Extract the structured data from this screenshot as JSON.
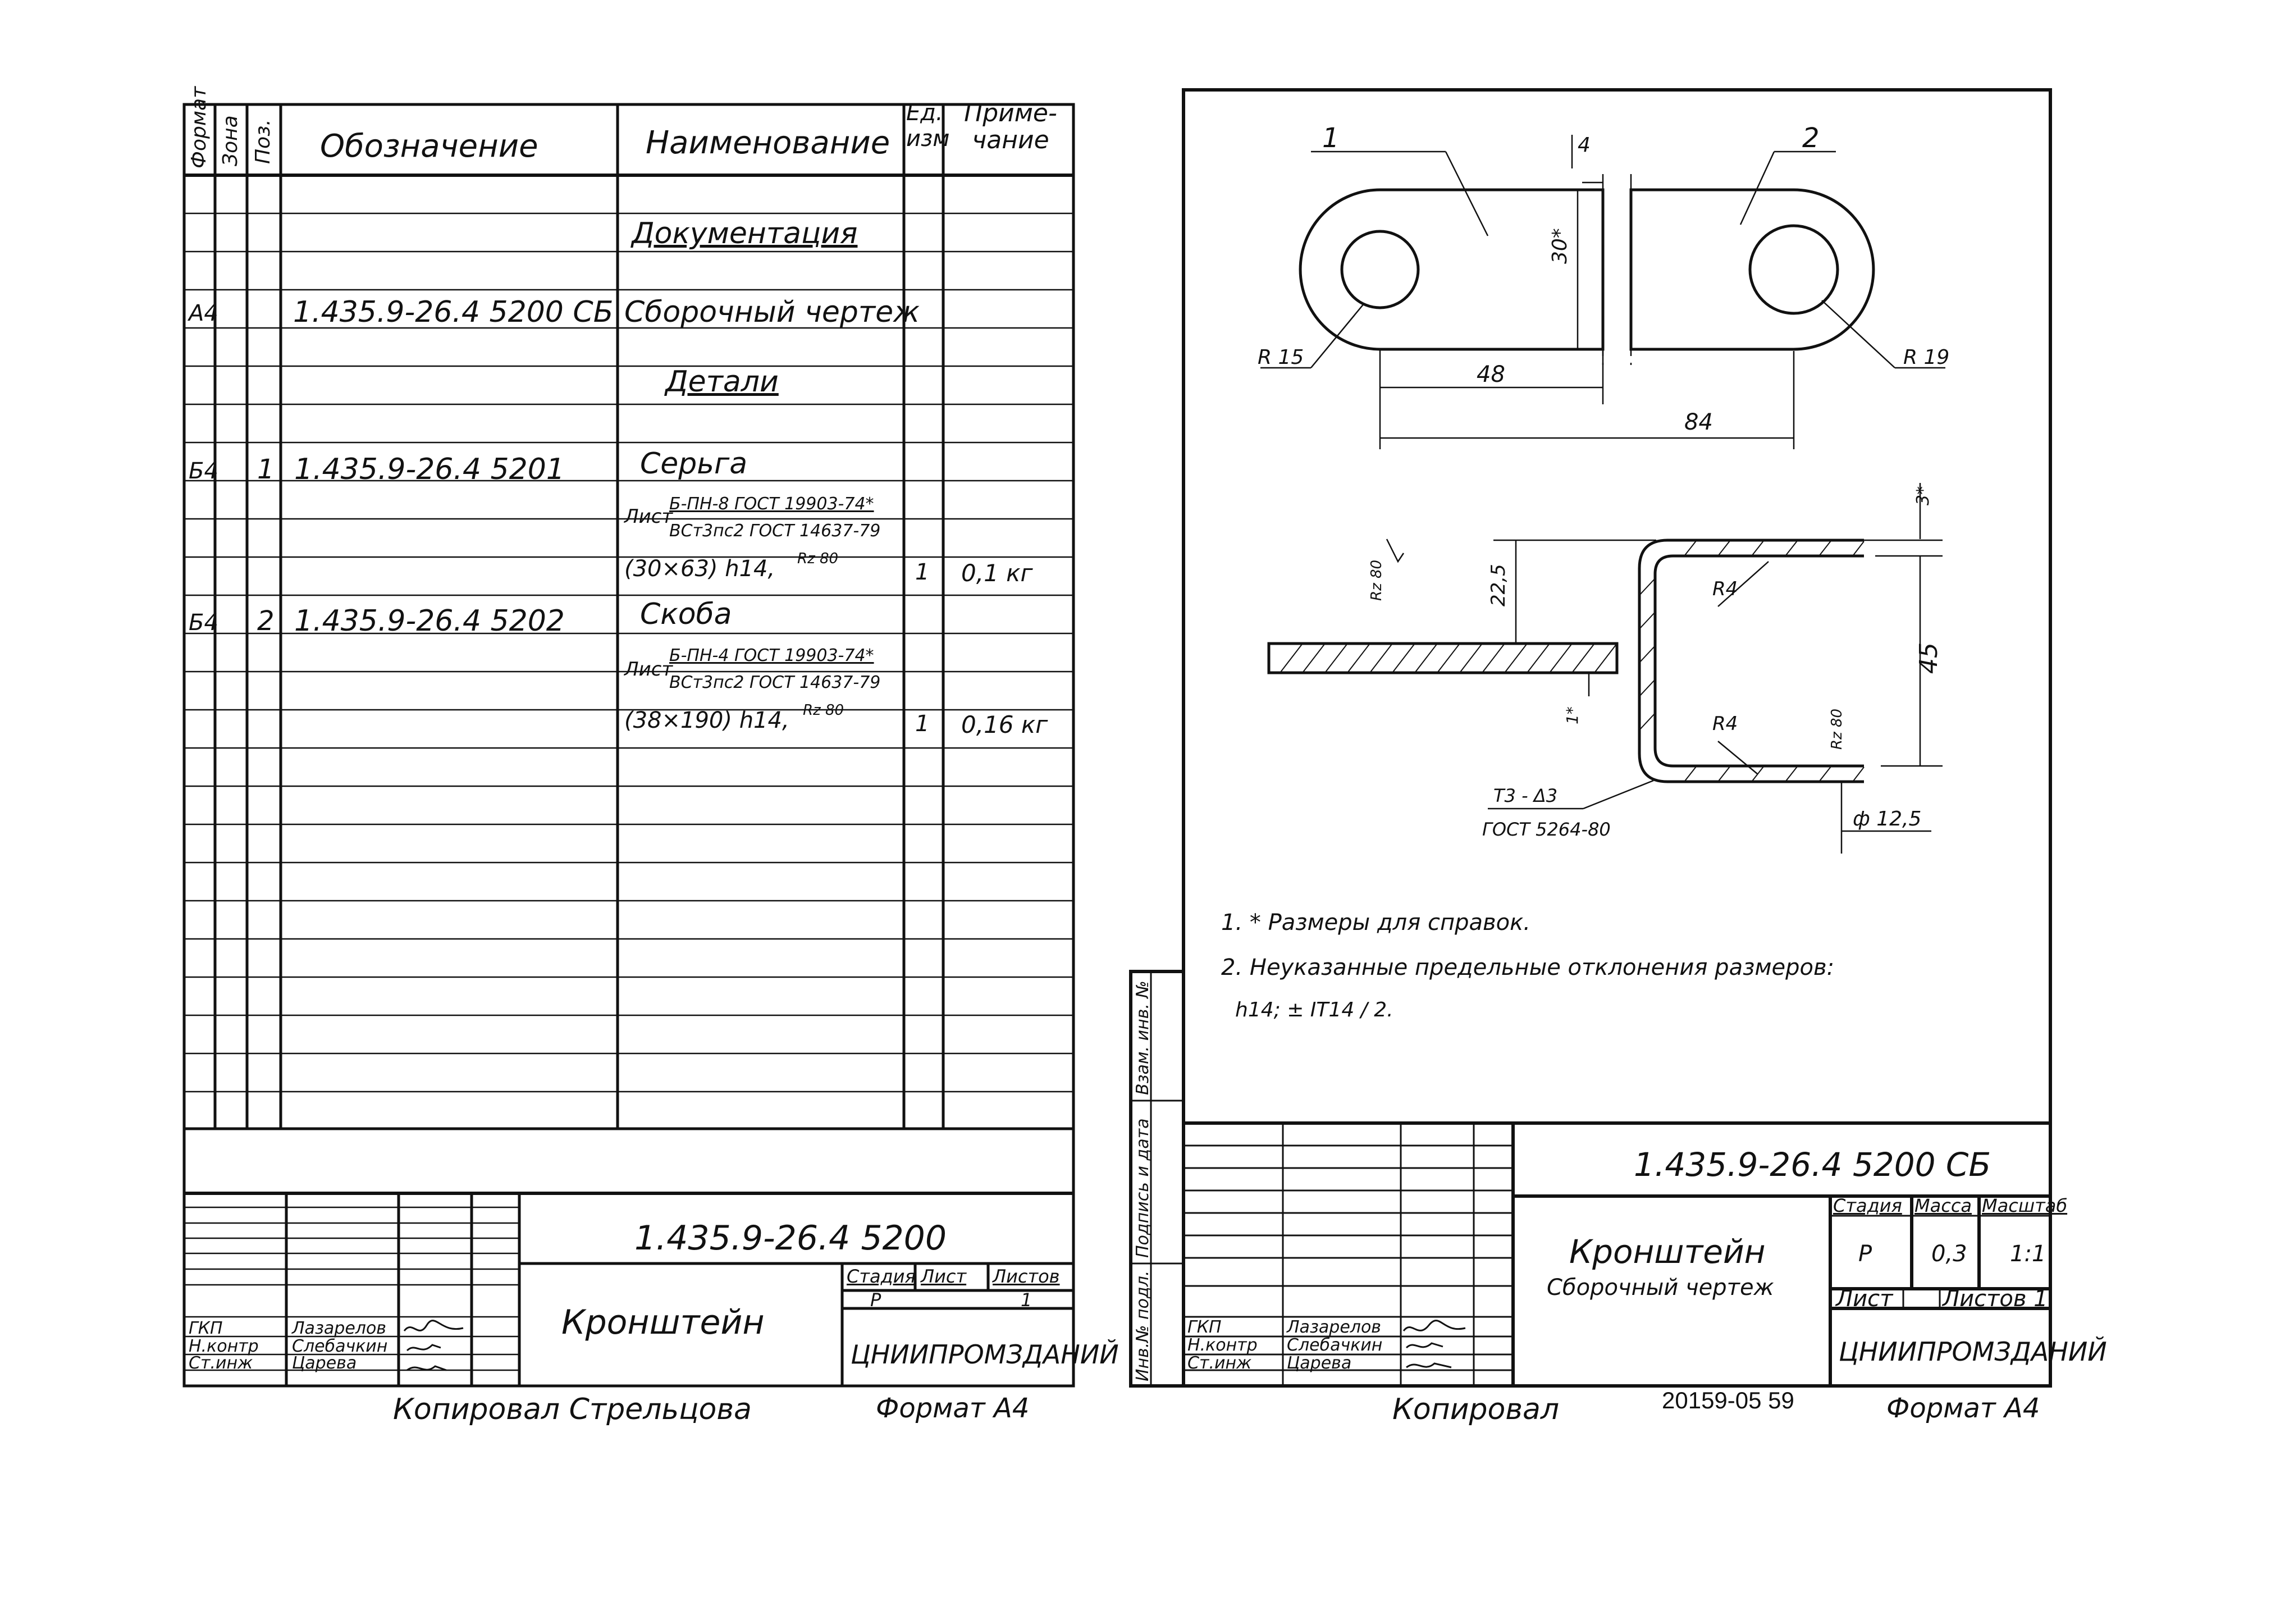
{
  "spec": {
    "headers": {
      "format": "Формат",
      "zone": "Зона",
      "pos": "Поз.",
      "designation": "Обозначение",
      "name": "Наименование",
      "unit": "Ед. изм",
      "note": "Приме-чание"
    },
    "section_docs": "Документация",
    "doc_row": {
      "format": "А4",
      "designation": "1.435.9-26.4  5200 СБ",
      "name": "Сборочный чертеж"
    },
    "section_details": "Детали",
    "item1": {
      "format": "Б4",
      "pos": "1",
      "designation": "1.435.9-26.4  5201",
      "name": "Серьга",
      "mat_prefix": "Лист",
      "mat_top": "Б-ПН-8 ГОСТ 19903-74*",
      "mat_bottom": "ВСт3пс2 ГОСТ 14637-79",
      "size": "(30×63) h14,",
      "rough": "Rz 80",
      "qty": "1",
      "mass": "0,1 кг"
    },
    "item2": {
      "format": "Б4",
      "pos": "2",
      "designation": "1.435.9-26.4  5202",
      "name": "Скоба",
      "mat_prefix": "Лист",
      "mat_top": "Б-ПН-4 ГОСТ 19903-74*",
      "mat_bottom": "ВСт3пс2 ГОСТ 14637-79",
      "size": "(38×190) h14,",
      "rough": "Rz 80",
      "qty": "1",
      "mass": "0,16 кг"
    },
    "title_block": {
      "code": "1.435.9-26.4  5200",
      "title": "Кронштейн",
      "stage_label": "Стадия",
      "sheet_label": "Лист",
      "sheets_label": "Листов",
      "stage": "Р",
      "sheets": "1",
      "org": "ЦНИИПРОМЗДАНИЙ",
      "roles": [
        "ГКП",
        "Н.контр",
        "Ст.инж"
      ],
      "names": [
        "Лазарелов",
        "Слебачкин",
        "Царева"
      ]
    },
    "footer_copied": "Копировал Стрельцова",
    "footer_format": "Формат А4"
  },
  "drawing": {
    "labels": {
      "pos1": "1",
      "pos2": "2",
      "dim_4": "4",
      "dim_30": "30*",
      "dim_48": "48",
      "dim_84": "84",
      "r15": "R 15",
      "r19": "R 19",
      "dim_3": "3*",
      "dim_22_5": "22,5",
      "dim_45": "45",
      "dim_1": "1*",
      "r4a": "R4",
      "r4b": "R4",
      "rz_a": "Rz 80",
      "rz_b": "Rz 80",
      "weld_top": "Т3 - Δ3",
      "weld_bottom": "ГОСТ 5264-80",
      "hole": "ф 12,5"
    },
    "notes": [
      "1. * Размеры для справок.",
      "2. Неуказанные предельные отклонения размеров:",
      "h14; ± IT14 / 2."
    ],
    "side_stamp": [
      "Инв.№ подл.",
      "Подпись и дата",
      "Взам. инв. №"
    ],
    "title_block": {
      "code": "1.435.9-26.4  5200 СБ",
      "title": "Кронштейн",
      "subtitle": "Сборочный чертеж",
      "stage_label": "Стадия",
      "mass_label": "Масса",
      "scale_label": "Масштаб",
      "stage": "Р",
      "mass": "0,3",
      "scale": "1:1",
      "sheet_label": "Лист",
      "sheets_label": "Листов 1",
      "org": "ЦНИИПРОМЗДАНИЙ",
      "roles": [
        "ГКП",
        "Н.контр",
        "Ст.инж"
      ],
      "names": [
        "Лазарелов",
        "Слебачкин",
        "Царева"
      ]
    },
    "footer_copied": "Копировал",
    "footer_number": "20159-05  59",
    "footer_format": "Формат А4"
  }
}
